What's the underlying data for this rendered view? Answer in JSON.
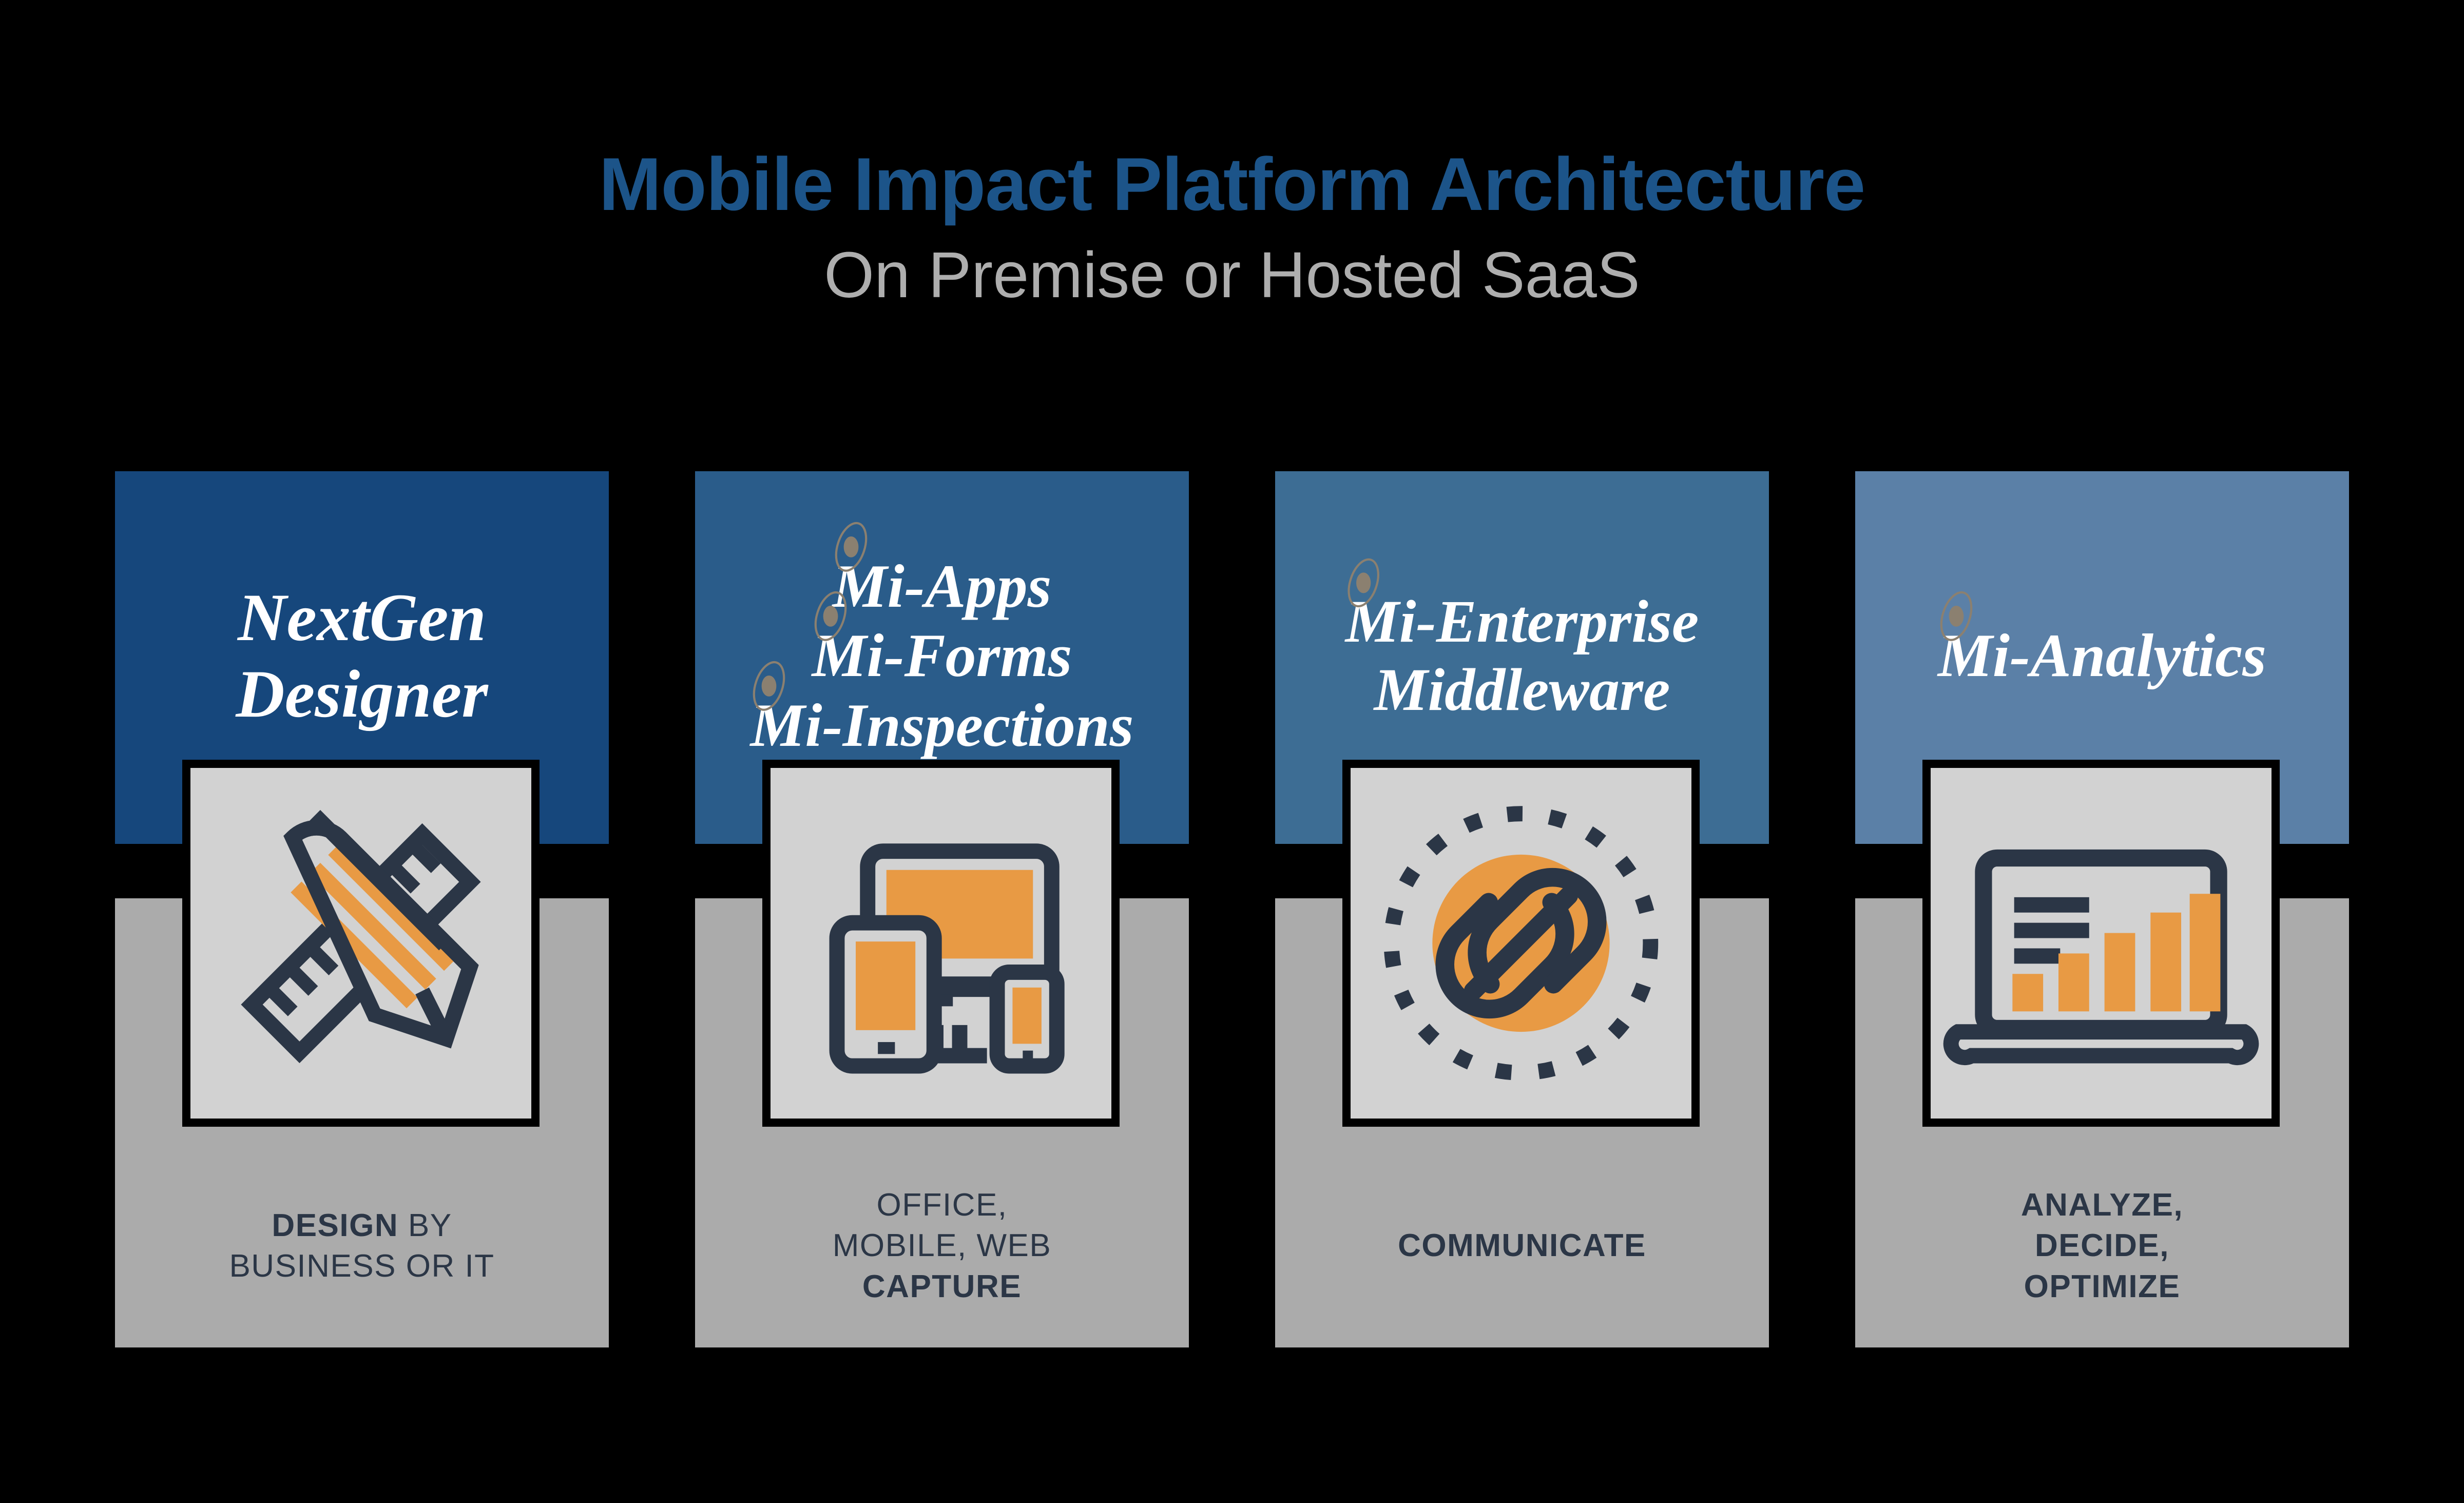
{
  "header": {
    "title": "Mobile Impact Platform Architecture",
    "subtitle": "On Premise or Hosted SaaS",
    "title_color": "#1c5489",
    "subtitle_color": "#aeaeae"
  },
  "theme": {
    "background": "#000000",
    "accent_orange": "#e89a44",
    "ink_navy": "#2b3646",
    "panel_gray": "#ababab",
    "icon_box_gray": "#d2d2d2"
  },
  "columns": [
    {
      "id": "nextgen-designer",
      "header_color": "#16477c",
      "wordmark_prefix": "",
      "name_lines": [
        "NextGen",
        "Designer"
      ],
      "has_orb_logo": false,
      "icon": "pencil-ruler-icon",
      "caption_bold": "DESIGN",
      "caption_rest": " BY",
      "caption_line2": "BUSINESS OR IT",
      "caption_bold_line3": ""
    },
    {
      "id": "mi-apps-forms-inspections",
      "header_color": "#2a5c8a",
      "wordmark_prefix": "Mi-",
      "name_lines": [
        "Mi-Apps",
        "Mi-Forms",
        "Mi-Inspections"
      ],
      "has_orb_logo": true,
      "icon": "devices-icon",
      "caption_bold": "",
      "caption_rest": "OFFICE,",
      "caption_line2": "MOBILE, WEB",
      "caption_bold_line3": "CAPTURE"
    },
    {
      "id": "mi-enterprise-middleware",
      "header_color": "#3d6d94",
      "wordmark_prefix": "Mi-",
      "name_lines": [
        "Mi-Enterprise",
        "Middleware"
      ],
      "has_orb_logo": true,
      "icon": "chain-link-icon",
      "caption_bold": "COMMUNICATE",
      "caption_rest": "",
      "caption_line2": "",
      "caption_bold_line3": ""
    },
    {
      "id": "mi-analytics",
      "header_color": "#5b80a7",
      "wordmark_prefix": "Mi-",
      "name_lines": [
        "Mi-Analytics"
      ],
      "has_orb_logo": true,
      "icon": "laptop-bar-chart-icon",
      "caption_bold": "ANALYZE,",
      "caption_rest": "",
      "caption_line2": "DECIDE,",
      "caption_bold_line3": "OPTIMIZE"
    }
  ],
  "chart_data": {
    "type": "bar",
    "title": "Analytics icon bar chart",
    "categories": [
      "1",
      "2",
      "3",
      "4",
      "5"
    ],
    "values": [
      20,
      38,
      52,
      72,
      88
    ],
    "ylim": [
      0,
      100
    ]
  }
}
